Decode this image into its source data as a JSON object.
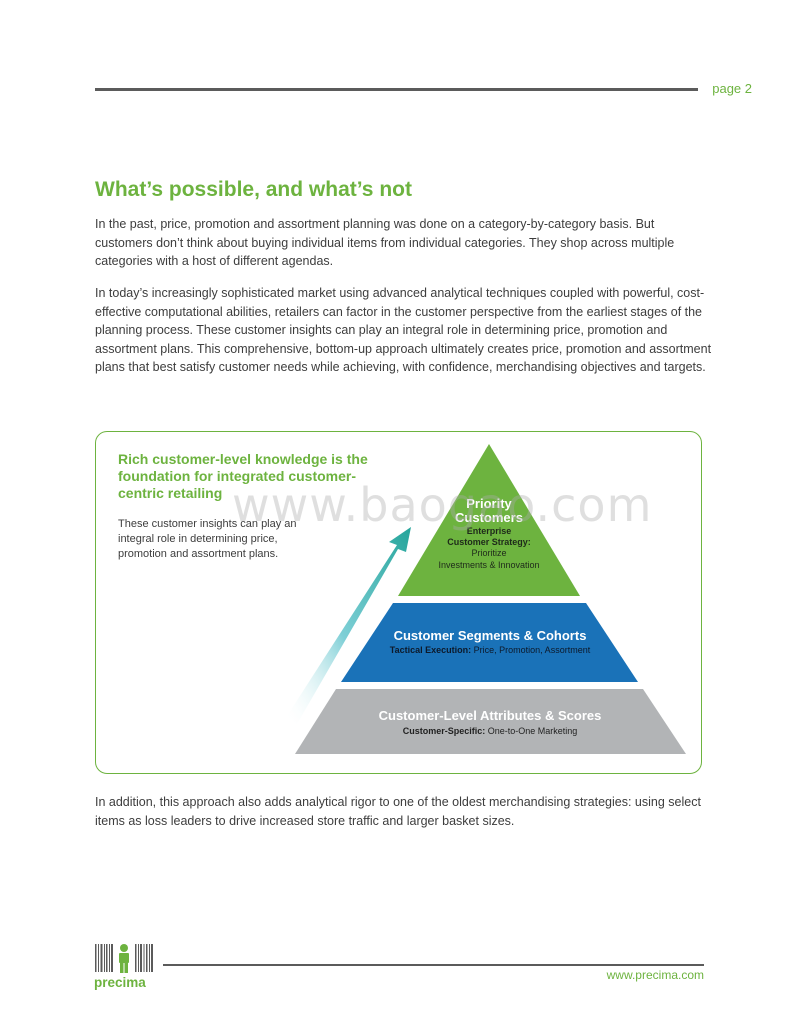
{
  "header": {
    "page_label": "page 2"
  },
  "section": {
    "title": "What’s possible, and what’s not",
    "paragraphs": [
      "In the past, price, promotion and assortment planning was done on a category-by-category basis. But customers don’t think about buying individual items from individual categories. They shop across multiple categories with a host of different agendas.",
      "In today’s increasingly sophisticated market using advanced analytical techniques coupled with powerful, cost-effective computational abilities, retailers can factor in the customer perspective from the earliest stages of the planning process. These customer insights can play an integral role in determining price, promotion and assortment plans. This comprehensive, bottom-up approach ultimately creates price, promotion and assortment plans that best satisfy customer needs while achieving, with confidence, merchandising objectives and targets."
    ]
  },
  "callout": {
    "heading": "Rich customer-level knowledge is the foundation for integrated customer-centric retailing",
    "body": "These customer insights can play an integral role in determining price, promotion and assortment plans.",
    "pyramid": {
      "top": {
        "title_line1": "Priority",
        "title_line2": "Customers",
        "sub_line1": "Enterprise",
        "sub_line2": "Customer Strategy:",
        "sub_line3": "Prioritize",
        "sub_line4": "Investments & Innovation",
        "color": "#6db33f"
      },
      "middle": {
        "title": "Customer Segments & Cohorts",
        "sub_bold": "Tactical Execution:",
        "sub_rest": " Price, Promotion, Assortment",
        "color": "#1a72b8"
      },
      "bottom": {
        "title": "Customer-Level Attributes & Scores",
        "sub_bold": "Customer-Specific:",
        "sub_rest": " One-to-One Marketing",
        "color": "#b2b4b6"
      }
    }
  },
  "closing_paragraph": "In addition, this approach also adds analytical rigor to one of the oldest merchandising strategies: using select items as loss leaders to drive increased store traffic and larger basket sizes.",
  "watermark": "www.baogao.com",
  "footer": {
    "logo_text": "precima",
    "website": "www.precima.com"
  },
  "colors": {
    "accent_green": "#6db33f",
    "rule_gray": "#5b5b5b"
  }
}
